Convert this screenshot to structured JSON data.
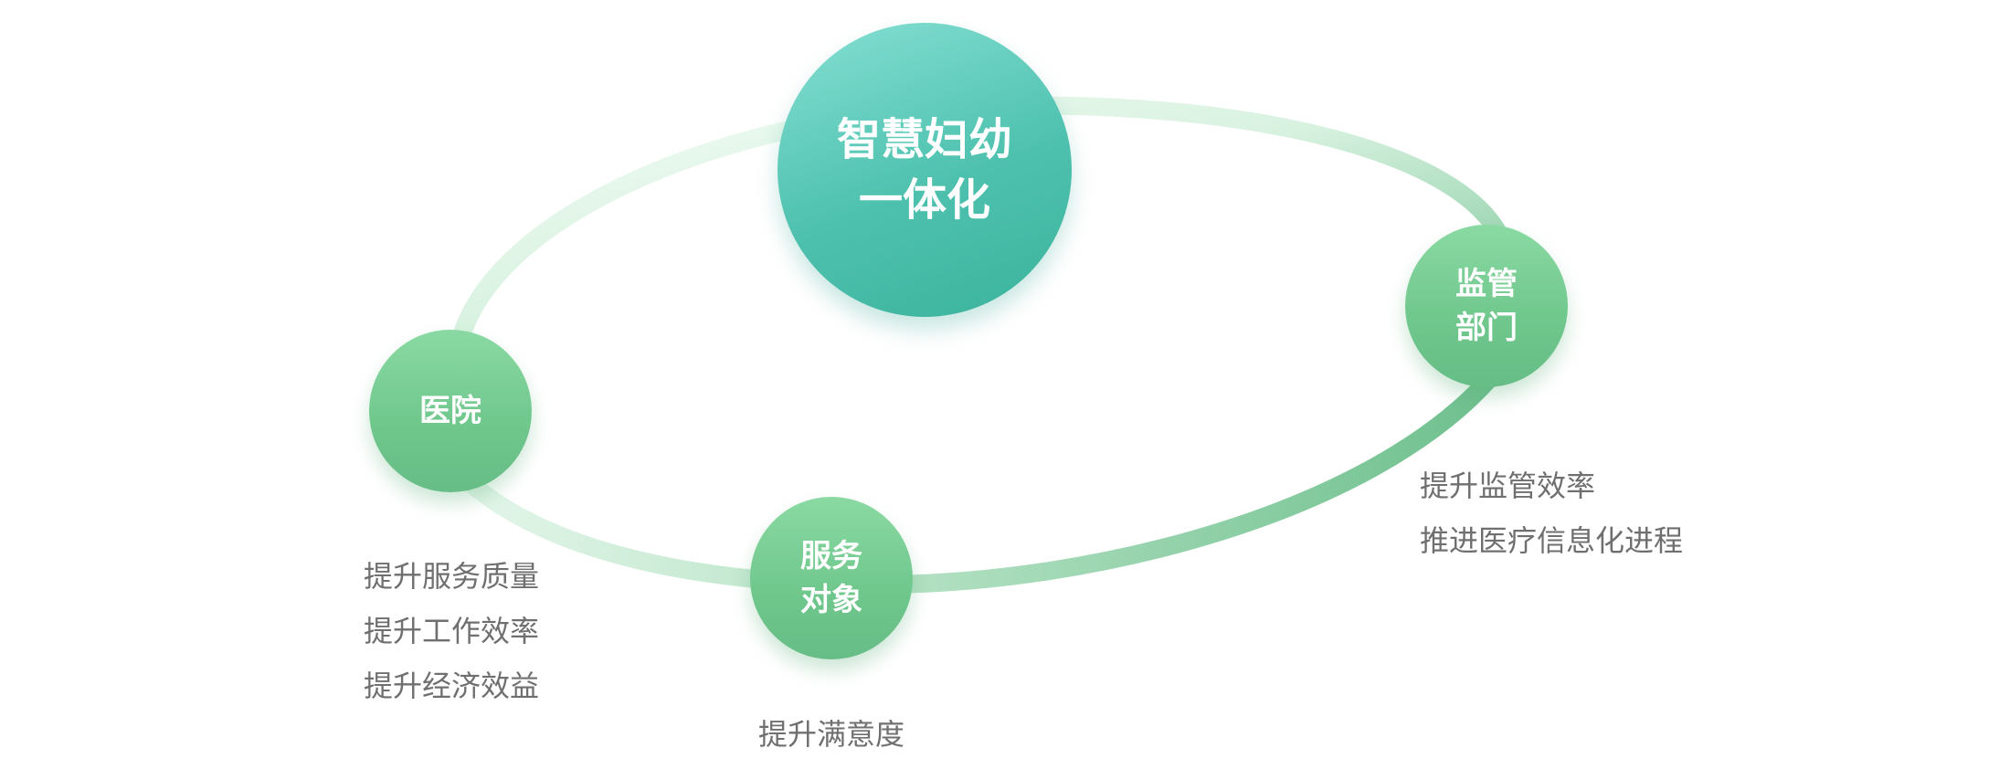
{
  "center": {
    "lines": [
      "智慧妇幼",
      "一体化"
    ],
    "gradient": [
      "#86e0d4",
      "#3bb39c"
    ]
  },
  "nodes": {
    "hospital": {
      "lines": [
        "医院"
      ],
      "benefits": [
        "提升服务质量",
        "提升工作效率",
        "提升经济效益"
      ]
    },
    "service": {
      "lines": [
        "服务",
        "对象"
      ],
      "benefits": [
        "提升满意度"
      ]
    },
    "supervision": {
      "lines": [
        "监管",
        "部门"
      ],
      "benefits": [
        "提升监管效率",
        "推进医疗信息化进程"
      ]
    }
  },
  "colors": {
    "node": "#6fc78c",
    "ring_light": "#eaf9ef",
    "ring_dark": "#7dc898",
    "text": "#6f6f6f"
  }
}
